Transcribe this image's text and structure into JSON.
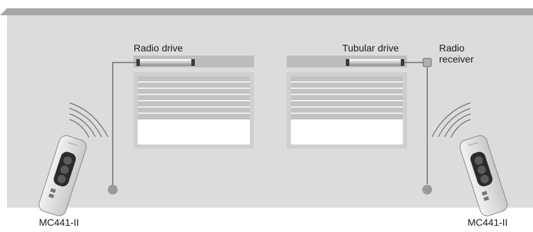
{
  "labels": {
    "radio_drive": "Radio drive",
    "tubular_drive": "Tubular drive",
    "radio_receiver_line1": "Radio",
    "radio_receiver_line2": "receiver",
    "remote_left": "MC441-II",
    "remote_right": "MC441-II"
  },
  "icons": {
    "remote_control": "remote-control-icon",
    "radio_waves": "radio-waves-icon",
    "antenna": "antenna-icon"
  },
  "colors": {
    "wall": "#dcdcdc",
    "wall_top": "#a7a7a7",
    "housing": "#bdbdbd",
    "window_frame": "#cfcfcf",
    "slat": "#c2c2c2",
    "glass": "#ffffff",
    "wire": "#8a8a8a"
  }
}
